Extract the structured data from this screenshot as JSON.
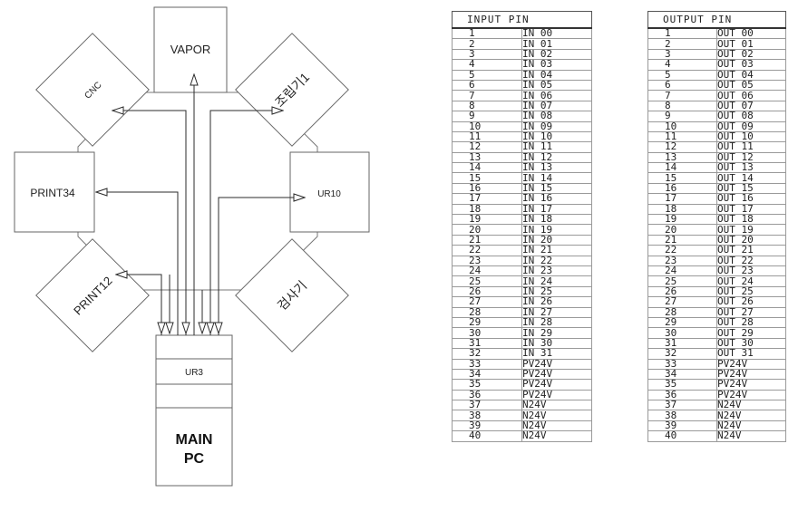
{
  "diagram": {
    "stations": {
      "vapor": "VAPOR",
      "cnc": "CNC",
      "assembly1": "조립기1",
      "print34": "PRINT34",
      "ur10": "UR10",
      "print12": "PRINT12",
      "inspector": "검사기"
    },
    "controller": {
      "ur3": "UR3",
      "main_pc_line1": "MAIN",
      "main_pc_line2": "PC"
    },
    "colors": {
      "line": "#2b2b2b",
      "border": "#666666"
    }
  },
  "input_table": {
    "header": "INPUT PIN",
    "rows": [
      {
        "n": "1",
        "name": "IN 00"
      },
      {
        "n": "2",
        "name": "IN 01"
      },
      {
        "n": "3",
        "name": "IN 02"
      },
      {
        "n": "4",
        "name": "IN 03"
      },
      {
        "n": "5",
        "name": "IN 04"
      },
      {
        "n": "6",
        "name": "IN 05"
      },
      {
        "n": "7",
        "name": "IN 06"
      },
      {
        "n": "8",
        "name": "IN 07"
      },
      {
        "n": "9",
        "name": "IN 08"
      },
      {
        "n": "10",
        "name": "IN 09"
      },
      {
        "n": "11",
        "name": "IN 10"
      },
      {
        "n": "12",
        "name": "IN 11"
      },
      {
        "n": "13",
        "name": "IN 12"
      },
      {
        "n": "14",
        "name": "IN 13"
      },
      {
        "n": "15",
        "name": "IN 14"
      },
      {
        "n": "16",
        "name": "IN 15"
      },
      {
        "n": "17",
        "name": "IN 16"
      },
      {
        "n": "18",
        "name": "IN 17"
      },
      {
        "n": "19",
        "name": "IN 18"
      },
      {
        "n": "20",
        "name": "IN 19"
      },
      {
        "n": "21",
        "name": "IN 20"
      },
      {
        "n": "22",
        "name": "IN 21"
      },
      {
        "n": "23",
        "name": "IN 22"
      },
      {
        "n": "24",
        "name": "IN 23"
      },
      {
        "n": "25",
        "name": "IN 24"
      },
      {
        "n": "26",
        "name": "IN 25"
      },
      {
        "n": "27",
        "name": "IN 26"
      },
      {
        "n": "28",
        "name": "IN 27"
      },
      {
        "n": "29",
        "name": "IN 28"
      },
      {
        "n": "30",
        "name": "IN 29"
      },
      {
        "n": "31",
        "name": "IN 30"
      },
      {
        "n": "32",
        "name": "IN 31"
      },
      {
        "n": "33",
        "name": "PV24V"
      },
      {
        "n": "34",
        "name": "PV24V"
      },
      {
        "n": "35",
        "name": "PV24V"
      },
      {
        "n": "36",
        "name": "PV24V"
      },
      {
        "n": "37",
        "name": "N24V"
      },
      {
        "n": "38",
        "name": "N24V"
      },
      {
        "n": "39",
        "name": "N24V"
      },
      {
        "n": "40",
        "name": "N24V"
      }
    ]
  },
  "output_table": {
    "header": "OUTPUT PIN",
    "rows": [
      {
        "n": "1",
        "name": "OUT 00"
      },
      {
        "n": "2",
        "name": "OUT 01"
      },
      {
        "n": "3",
        "name": "OUT 02"
      },
      {
        "n": "4",
        "name": "OUT 03"
      },
      {
        "n": "5",
        "name": "OUT 04"
      },
      {
        "n": "6",
        "name": "OUT 05"
      },
      {
        "n": "7",
        "name": "OUT 06"
      },
      {
        "n": "8",
        "name": "OUT 07"
      },
      {
        "n": "9",
        "name": "OUT 08"
      },
      {
        "n": "10",
        "name": "OUT 09"
      },
      {
        "n": "11",
        "name": "OUT 10"
      },
      {
        "n": "12",
        "name": "OUT 11"
      },
      {
        "n": "13",
        "name": "OUT 12"
      },
      {
        "n": "14",
        "name": "OUT 13"
      },
      {
        "n": "15",
        "name": "OUT 14"
      },
      {
        "n": "16",
        "name": "OUT 15"
      },
      {
        "n": "17",
        "name": "OUT 16"
      },
      {
        "n": "18",
        "name": "OUT 17"
      },
      {
        "n": "19",
        "name": "OUT 18"
      },
      {
        "n": "20",
        "name": "OUT 19"
      },
      {
        "n": "21",
        "name": "OUT 20"
      },
      {
        "n": "22",
        "name": "OUT 21"
      },
      {
        "n": "23",
        "name": "OUT 22"
      },
      {
        "n": "24",
        "name": "OUT 23"
      },
      {
        "n": "25",
        "name": "OUT 24"
      },
      {
        "n": "26",
        "name": "OUT 25"
      },
      {
        "n": "27",
        "name": "OUT 26"
      },
      {
        "n": "28",
        "name": "OUT 27"
      },
      {
        "n": "29",
        "name": "OUT 28"
      },
      {
        "n": "30",
        "name": "OUT 29"
      },
      {
        "n": "31",
        "name": "OUT 30"
      },
      {
        "n": "32",
        "name": "OUT 31"
      },
      {
        "n": "33",
        "name": "PV24V"
      },
      {
        "n": "34",
        "name": "PV24V"
      },
      {
        "n": "35",
        "name": "PV24V"
      },
      {
        "n": "36",
        "name": "PV24V"
      },
      {
        "n": "37",
        "name": "N24V"
      },
      {
        "n": "38",
        "name": "N24V"
      },
      {
        "n": "39",
        "name": "N24V"
      },
      {
        "n": "40",
        "name": "N24V"
      }
    ]
  }
}
